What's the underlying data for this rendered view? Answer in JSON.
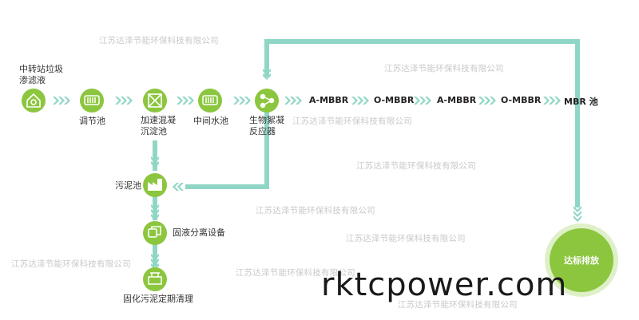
{
  "watermark_text": "江苏达泽节能环保科技有限公司",
  "nodes": {
    "transfer_station": "中转站垃圾\n渗滤液",
    "regulating_tank": "调节池",
    "coagulation_tank": "加速混凝\n沉淀池",
    "middle_tank": "中间水池",
    "bio_reactor": "生物絮凝\n反应器",
    "sludge_tank": "污泥池",
    "separation": "固液分离设备",
    "solid_cleanup": "固化污泥定期清理",
    "outlet": "达标排放"
  },
  "steps": [
    "A-MBBR",
    "O-MBBR",
    "A-MBBR",
    "O-MBBR",
    "MBR 池"
  ],
  "brand": "rktcpower.com",
  "colors": {
    "green": "#8cc63f",
    "teal": "#8fd6c6",
    "ring": "#dff0c8"
  },
  "icons": [
    "house-recycle-icon",
    "tank-icon",
    "filter-x-icon",
    "tank-icon",
    "molecule-icon",
    "factory-icon",
    "copy-icon",
    "equipment-icon"
  ]
}
